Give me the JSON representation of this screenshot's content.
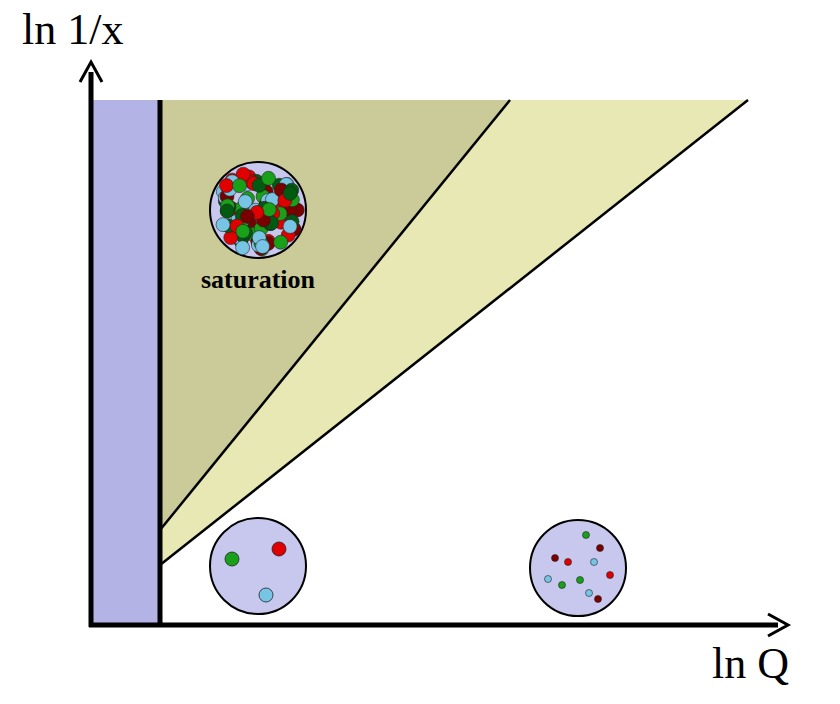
{
  "diagram": {
    "labels": [
      "ln 1/x",
      "saturation",
      "ln Q"
    ]
  }
}
